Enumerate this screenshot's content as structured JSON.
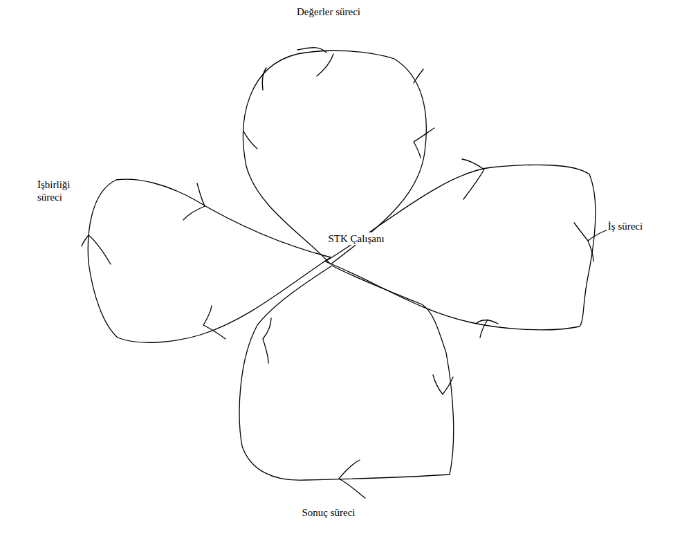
{
  "diagram": {
    "labels": [
      "Değerler süreci",
      "İşbirliği süreci",
      "STK Çalışanı",
      "İş süreci",
      "Sonuç süreci"
    ]
  }
}
